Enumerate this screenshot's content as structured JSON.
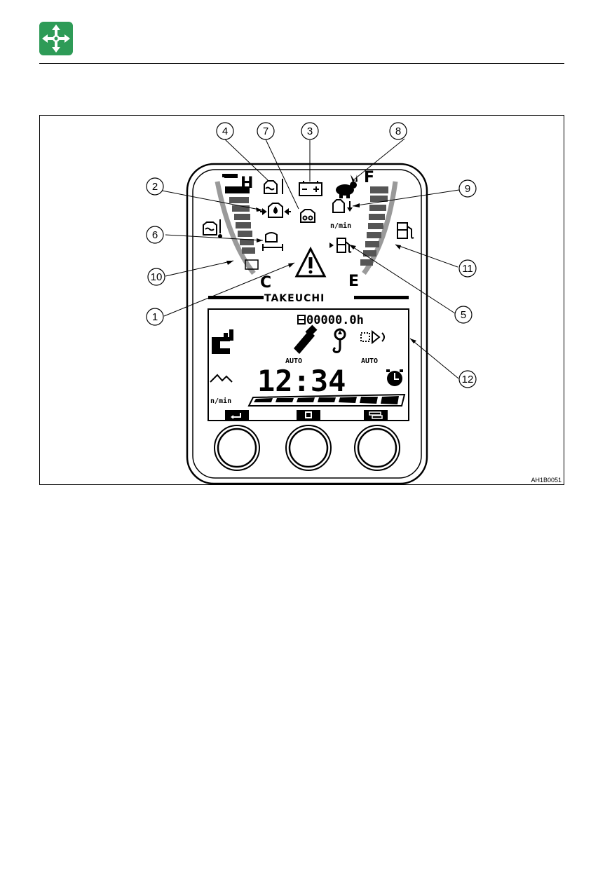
{
  "figure_code": "AH1B0051",
  "panel": {
    "brand": "TAKEUCHI",
    "gauge_left": {
      "hot_label": "H",
      "cold_label": "C"
    },
    "gauge_right": {
      "full_label": "F",
      "empty_label": "E"
    },
    "lcd": {
      "hour_meter": "00000.0h",
      "auto_label_1": "AUTO",
      "auto_label_2": "AUTO",
      "clock": "12:34",
      "rpm_unit": "n/min"
    },
    "icon_rpm_unit": "n/min"
  },
  "callouts": [
    {
      "num": "1"
    },
    {
      "num": "2"
    },
    {
      "num": "3"
    },
    {
      "num": "4"
    },
    {
      "num": "5"
    },
    {
      "num": "6"
    },
    {
      "num": "7"
    },
    {
      "num": "8"
    },
    {
      "num": "9"
    },
    {
      "num": "10"
    },
    {
      "num": "11"
    },
    {
      "num": "12"
    }
  ],
  "colors": {
    "header_icon_bg": "#2e9b57",
    "gauge_bars": "#555555",
    "gauge_arc": "#9a9a9a"
  }
}
